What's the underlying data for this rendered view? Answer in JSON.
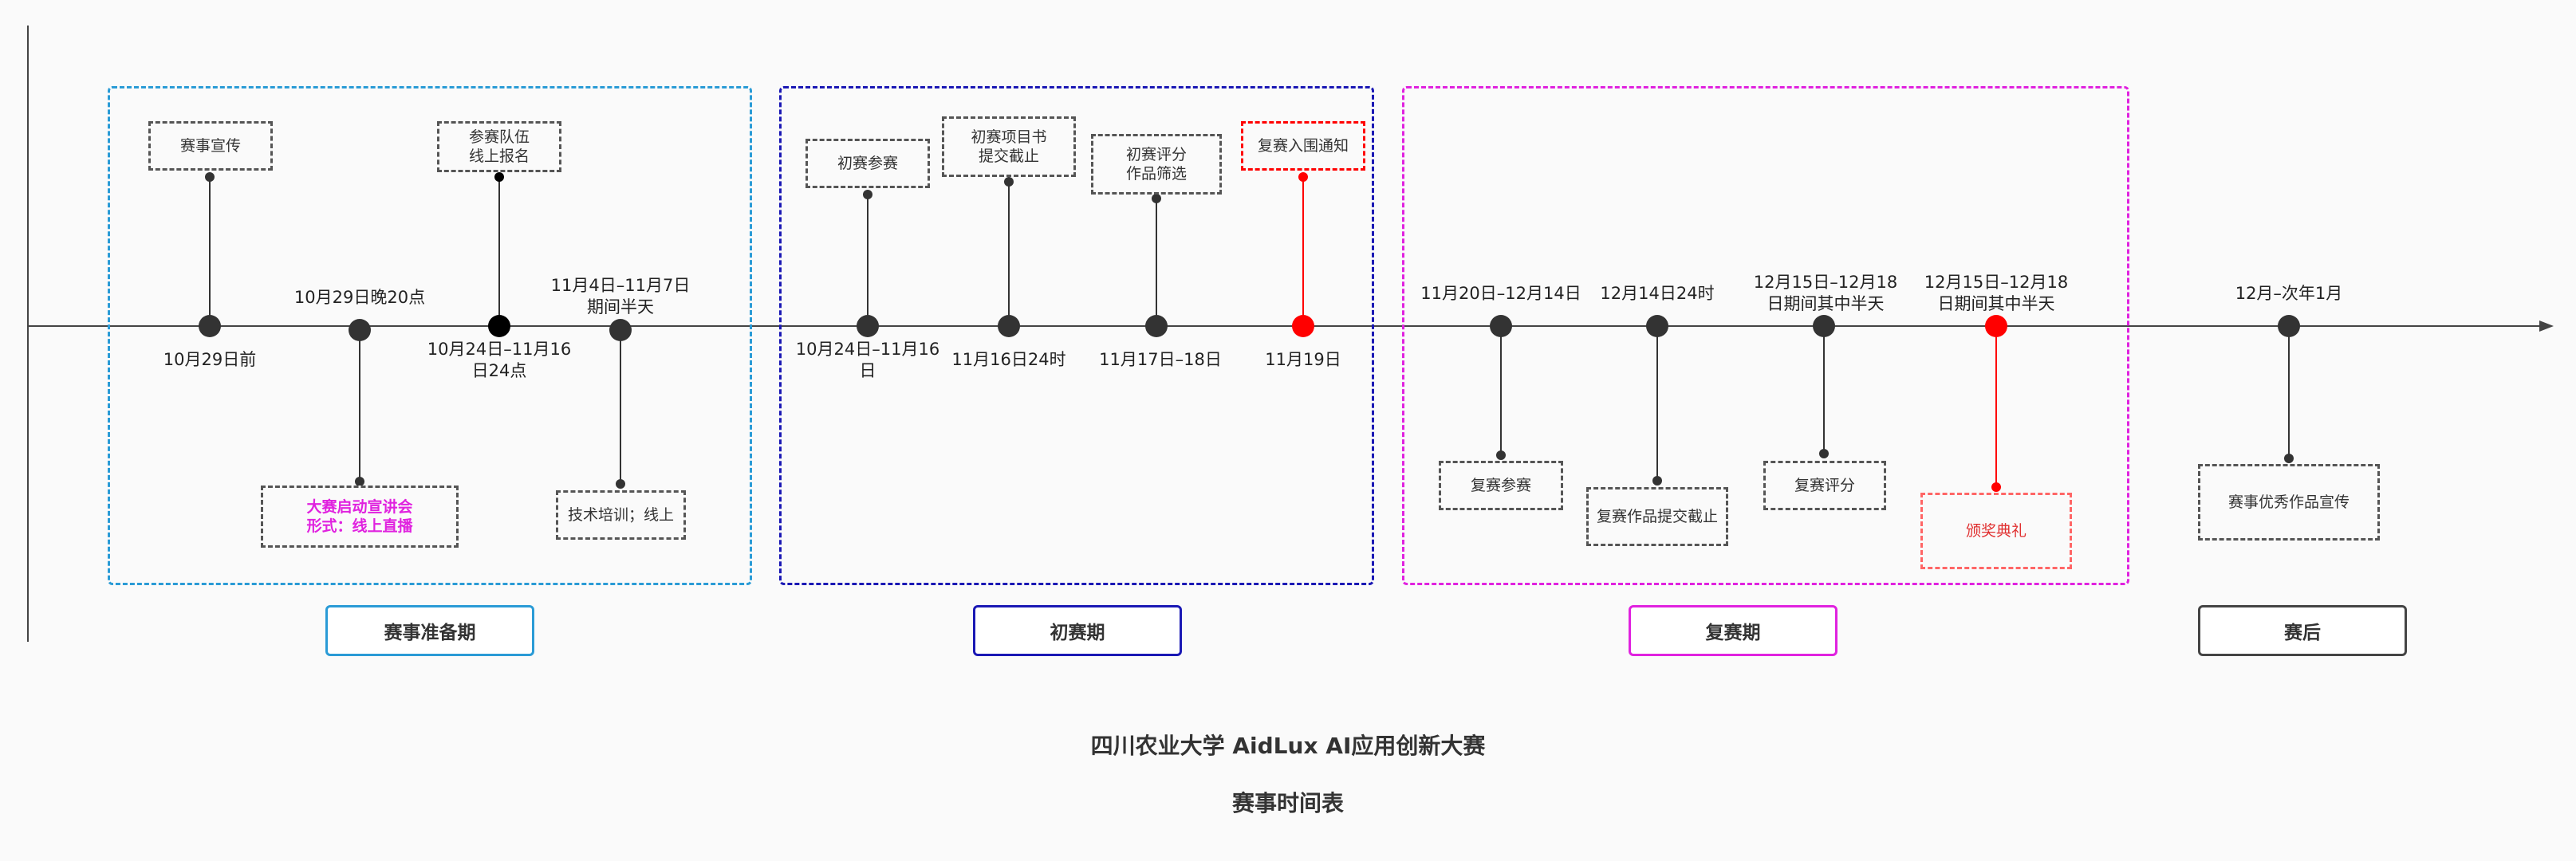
{
  "colors": {
    "prep": "#2a9bd6",
    "prelim": "#1a18b4",
    "final": "#e022df",
    "after": "#444444",
    "highlight": "#ff0000",
    "neutral": "#333333"
  },
  "title": {
    "main": "四川农业大学 AidLux AI应用创新大赛",
    "sub": "赛事时间表"
  },
  "phases": [
    {
      "label": "赛事准备期"
    },
    {
      "label": "初赛期"
    },
    {
      "label": "复赛期"
    },
    {
      "label": "赛后"
    }
  ],
  "events": [
    {
      "box": "赛事宣传",
      "date": "10月29日前"
    },
    {
      "box": "大赛启动宣讲会\n形式：线上直播",
      "date": "10月29日晚20点"
    },
    {
      "box": "参赛队伍\n线上报名",
      "date": "10月24日–11月16\n日24点"
    },
    {
      "box": "技术培训；线上",
      "date": "11月4日–11月7日\n期间半天"
    },
    {
      "box": "初赛参赛",
      "date": "10月24日–11月16\n日"
    },
    {
      "box": "初赛项目书\n提交截止",
      "date": "11月16日24时"
    },
    {
      "box": "初赛评分\n作品筛选",
      "date": "11月17日–18日"
    },
    {
      "box": "复赛入围通知",
      "date": "11月19日"
    },
    {
      "box": "复赛参赛",
      "date": "11月20日–12月14日"
    },
    {
      "box": "复赛作品提交截止",
      "date": "12月14日24时"
    },
    {
      "box": "复赛评分",
      "date": "12月15日–12月18\n日期间其中半天"
    },
    {
      "box": "颁奖典礼",
      "date": "12月15日–12月18\n日期间其中半天"
    },
    {
      "box": "赛事优秀作品宣传",
      "date": "12月–次年1月"
    }
  ]
}
